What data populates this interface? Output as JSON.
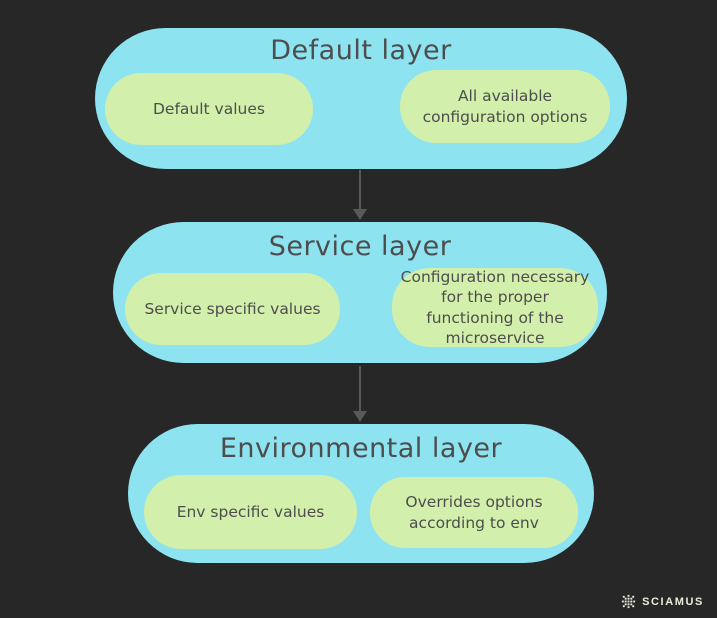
{
  "colors": {
    "background": "#272727",
    "layer-fill": "#8de4f0",
    "pill-fill": "#d3efac",
    "ink": "#4d4d4d",
    "arrow": "#595959",
    "logo-ink": "#e9ecd9"
  },
  "layers": [
    {
      "title": "Default layer",
      "pills": [
        {
          "label": "Default values"
        },
        {
          "label": "All available configuration options"
        }
      ]
    },
    {
      "title": "Service layer",
      "pills": [
        {
          "label": "Service specific values"
        },
        {
          "label": "Configuration necessary for the proper functioning of the microservice"
        }
      ]
    },
    {
      "title": "Environmental layer",
      "pills": [
        {
          "label": "Env specific values"
        },
        {
          "label": "Overrides options according to env"
        }
      ]
    }
  ],
  "logo": {
    "text": "SCIAMUS",
    "icon": "sciamus-burst-icon"
  }
}
